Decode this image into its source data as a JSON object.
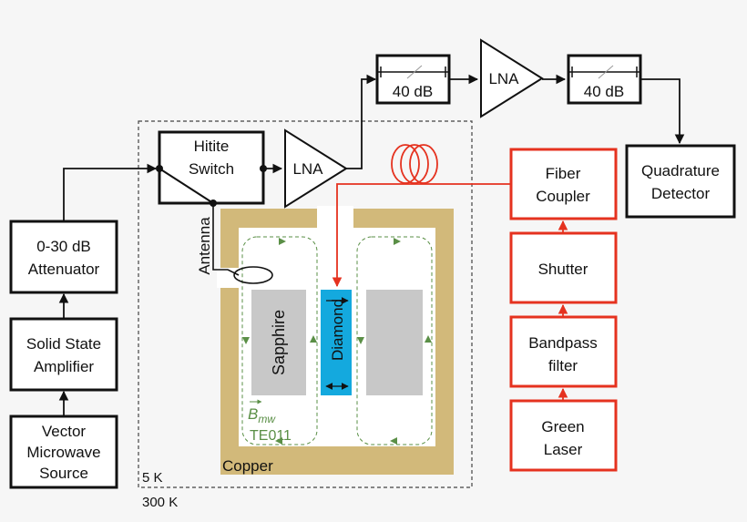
{
  "blocks": {
    "vector_source": [
      "Vector",
      "Microwave",
      "Source"
    ],
    "solid_state_amp": [
      "Solid State",
      "Amplifier"
    ],
    "attenuator": [
      "0-30 dB",
      "Attenuator"
    ],
    "hittite_switch": [
      "Hitite",
      "Switch"
    ],
    "lna_cold": "LNA",
    "lna_warm": "LNA",
    "attenuator_40db_1": "40 dB",
    "attenuator_40db_2": "40 dB",
    "quadrature_detector": [
      "Quadrature",
      "Detector"
    ],
    "fiber_coupler": [
      "Fiber",
      "Coupler"
    ],
    "shutter": "Shutter",
    "bandpass_filter": [
      "Bandpass",
      "filter"
    ],
    "green_laser": [
      "Green",
      "Laser"
    ]
  },
  "labels": {
    "antenna": "Antenna",
    "sapphire": "Sapphire",
    "diamond": "Diamond",
    "b_field": "B",
    "b_field_sub": "mw",
    "mode": "TE011",
    "copper": "Copper",
    "temp_cold": "5 K",
    "temp_warm": "300 K"
  },
  "colors": {
    "line": "#111111",
    "laser_path": "#e5321f",
    "copper": "#d2b97a",
    "sapphire": "#c8c8c8",
    "diamond": "#14a9de",
    "field_lines": "#5a8f46"
  }
}
